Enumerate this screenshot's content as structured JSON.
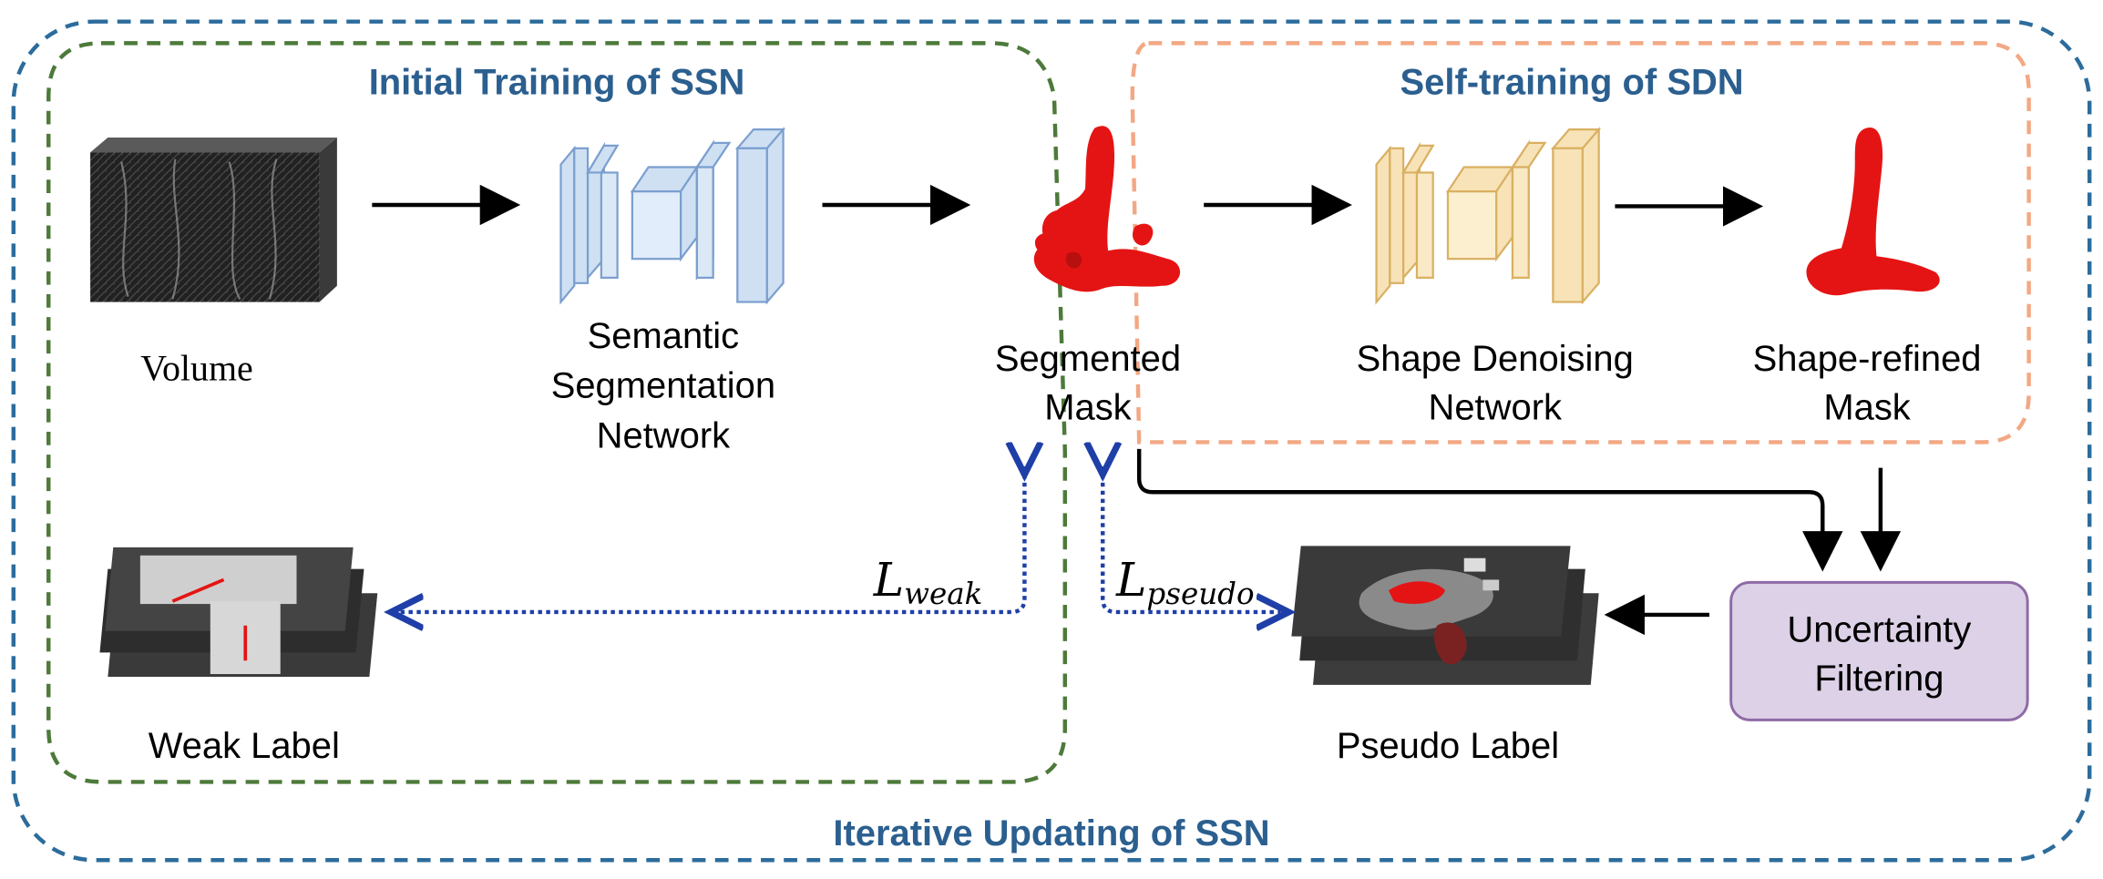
{
  "titles": {
    "initial_training": "Initial Training of SSN",
    "self_training": "Self-training of SDN",
    "iterative_updating": "Iterative Updating of SSN"
  },
  "nodes": {
    "volume": "Volume",
    "ssn": [
      "Semantic",
      "Segmentation",
      "Network"
    ],
    "segmented_mask": [
      "Segmented",
      "Mask"
    ],
    "sdn": [
      "Shape Denoising",
      "Network"
    ],
    "refined_mask": [
      "Shape-refined",
      "Mask"
    ],
    "uncertainty": [
      "Uncertainty",
      "Filtering"
    ],
    "pseudo_label": "Pseudo Label",
    "weak_label": "Weak Label"
  },
  "losses": {
    "weak": {
      "base": "L",
      "sub": "weak"
    },
    "pseudo": {
      "base": "L",
      "sub": "pseudo"
    }
  },
  "colors": {
    "outer_border": "#2c6c9c",
    "initial_border": "#4d7a3a",
    "self_border": "#f2a884",
    "title": "#2b5f8f",
    "ssn_fill": "#cfe0f3",
    "ssn_stroke": "#7b9fcf",
    "sdn_fill": "#f7e3b7",
    "sdn_stroke": "#d9b062",
    "mask": "#e51414",
    "loss_arrow": "#1f3fa8",
    "uncertainty_fill": "#dcd1e6",
    "uncertainty_stroke": "#8e6aa6"
  }
}
